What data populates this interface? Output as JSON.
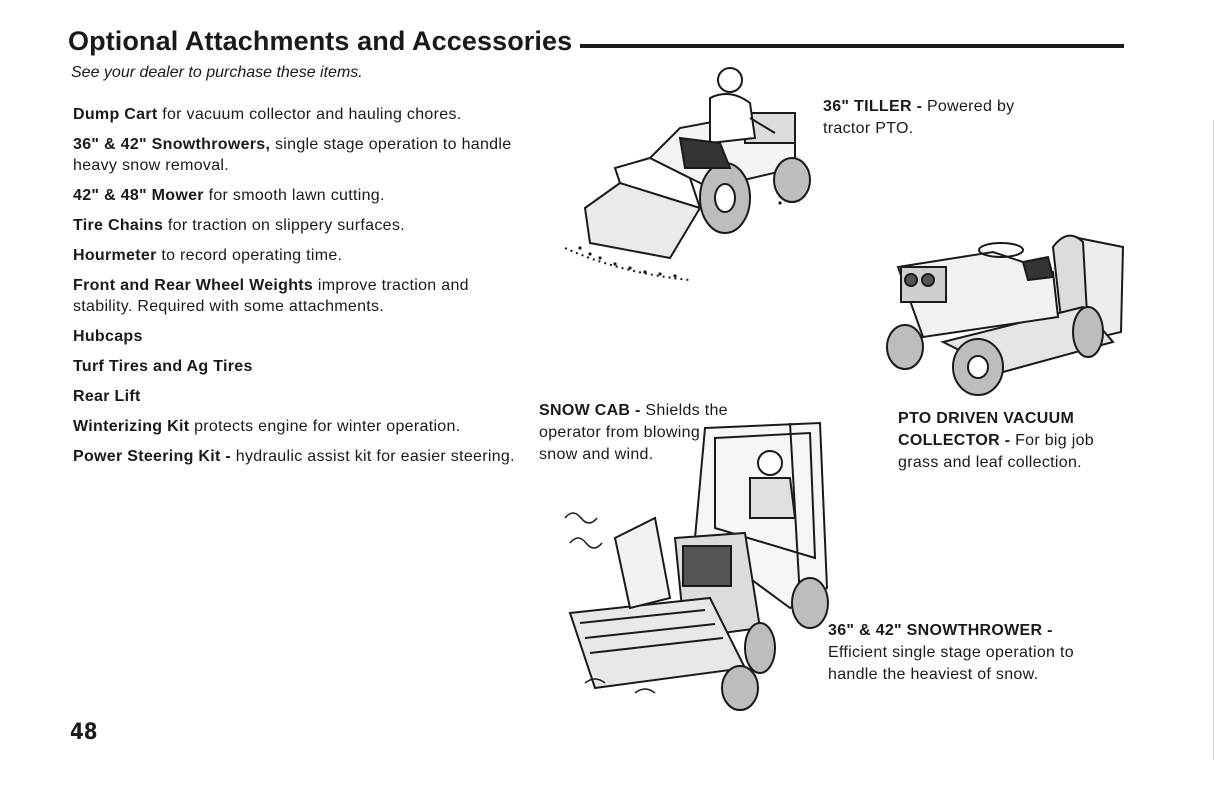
{
  "page": {
    "title": "Optional Attachments and Accessories",
    "subtitle": "See your dealer to purchase these items.",
    "page_number": "48"
  },
  "items": [
    {
      "bold": "Dump Cart",
      "text": " for vacuum collector and hauling chores."
    },
    {
      "bold": "36\" & 42\" Snowthrowers,",
      "text": " single stage operation to handle heavy snow removal."
    },
    {
      "bold": "42\" & 48\" Mower",
      "text": " for smooth lawn cutting."
    },
    {
      "bold": "Tire Chains",
      "text": " for traction on slippery surfaces."
    },
    {
      "bold": "Hourmeter",
      "text": " to record operating time."
    },
    {
      "bold": "Front and Rear Wheel Weights",
      "text": " improve traction and stability. Required with some attachments."
    },
    {
      "bold": "Hubcaps",
      "text": ""
    },
    {
      "bold": "Turf Tires and Ag Tires",
      "text": ""
    },
    {
      "bold": "Rear Lift",
      "text": ""
    },
    {
      "bold": "Winterizing Kit",
      "text": " protects engine for winter operation."
    },
    {
      "bold": "Power Steering Kit -",
      "text": " hydraulic assist kit for easier steering."
    }
  ],
  "captions": {
    "tiller": {
      "bold": "36\" TILLER -",
      "text": " Powered by tractor PTO."
    },
    "vacuum": {
      "bold": "PTO DRIVEN VACUUM COLLECTOR -",
      "text": " For big job grass and leaf collection."
    },
    "snow_cab": {
      "bold": "SNOW CAB -",
      "text": " Shields the operator from blowing snow and wind."
    },
    "snowthrower": {
      "bold": "36\" & 42\" SNOWTHROWER -",
      "text": " Efficient single stage operation to handle the heaviest of snow."
    }
  }
}
